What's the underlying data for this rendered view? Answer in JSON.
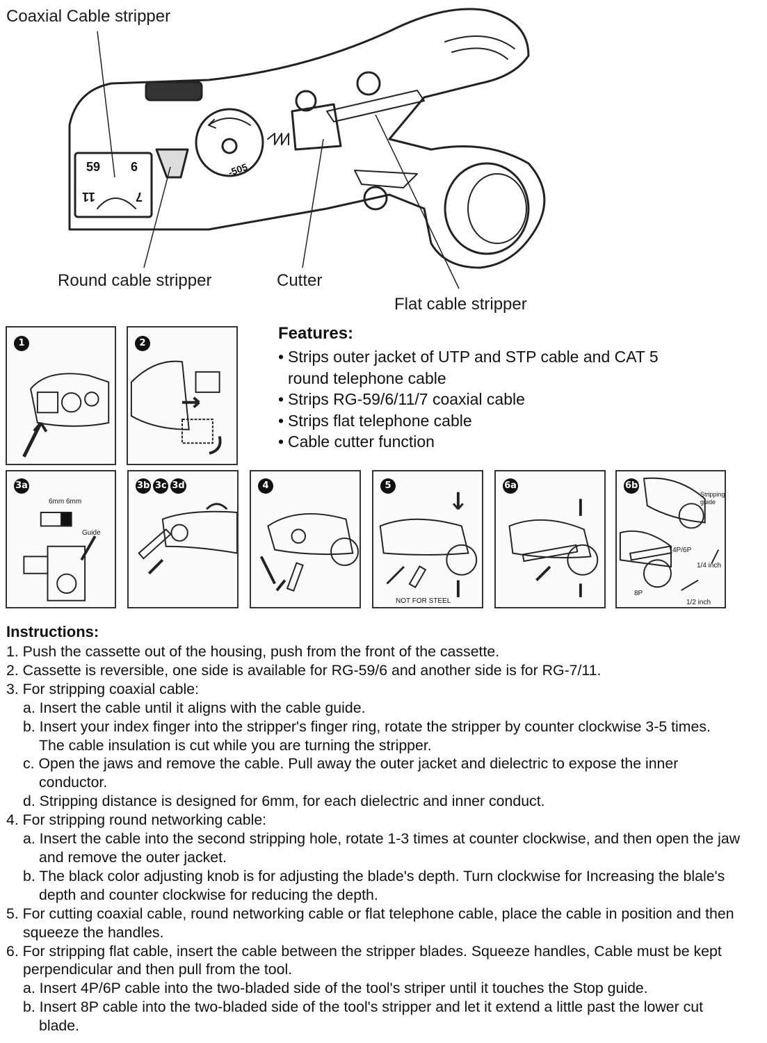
{
  "callouts": {
    "coaxial": "Coaxial Cable stripper",
    "round": "Round cable stripper",
    "cutter": "Cutter",
    "flat": "Flat cable stripper"
  },
  "tool_markings": {
    "slot_59": "59",
    "slot_6": "6",
    "slot_11": "11",
    "slot_7": "7",
    "dial": "-505"
  },
  "steps": [
    {
      "id": "1"
    },
    {
      "id": "2"
    },
    {
      "id": "3a",
      "labels": {
        "dim": "6mm 6mm",
        "guide": "Guide"
      }
    },
    {
      "ids": [
        "3b",
        "3c",
        "3d"
      ]
    },
    {
      "id": "4"
    },
    {
      "id": "5",
      "labels": {
        "warning": "NOT FOR STEEL"
      }
    },
    {
      "id": "6a"
    },
    {
      "id": "6b",
      "labels": {
        "stripping_guide": "Stripping guide",
        "p4p6p": "4P/6P",
        "quarter_inch": "1/4 inch",
        "p8p": "8P",
        "half_inch": "1/2 inch"
      }
    }
  ],
  "features": {
    "heading": "Features:",
    "items": [
      "Strips outer jacket of UTP and STP cable and CAT 5 round telephone cable",
      "Strips RG-59/6/11/7 coaxial cable",
      "Strips flat telephone cable",
      "Cable cutter function"
    ]
  },
  "instructions": {
    "heading": "Instructions:",
    "lines": [
      "1. Push the cassette out of the housing, push from the front of the cassette.",
      "2. Cassette is reversible, one side is available for RG-59/6 and another side is for RG-7/11.",
      "3. For stripping coaxial cable:",
      "a. Insert the cable until it aligns with the cable guide.",
      "b. Insert your index finger into the stripper's finger ring, rotate the stripper by counter clockwise 3-5 times.",
      "The cable insulation is cut while you are turning the stripper.",
      "c. Open the jaws and remove the cable. Pull away the outer jacket and dielectric to expose the inner",
      "conductor.",
      "d. Stripping distance is designed for 6mm, for each dielectric and inner conduct.",
      "4. For stripping round networking cable:",
      "a. Insert the cable into the second stripping hole, rotate 1-3 times at counter clockwise, and then open the jaw",
      "and remove the outer jacket.",
      "b. The black color adjusting knob is for adjusting the blade's depth. Turn clockwise for Increasing the blale's",
      "depth and counter clockwise for reducing the depth.",
      "5. For cutting coaxial cable, round networking cable or flat telephone cable, place the cable in position and then",
      "squeeze the handles.",
      "6. For stripping flat cable, insert the cable between the stripper blades. Squeeze handles, Cable must be kept",
      "perpendicular and then pull from the tool.",
      "a. Insert 4P/6P cable into the two-bladed side of the tool's striper until it touches the Stop guide.",
      "b. Insert 8P cable into the two-bladed side of the tool's stripper and let it extend a little past the lower cut",
      "blade."
    ]
  }
}
